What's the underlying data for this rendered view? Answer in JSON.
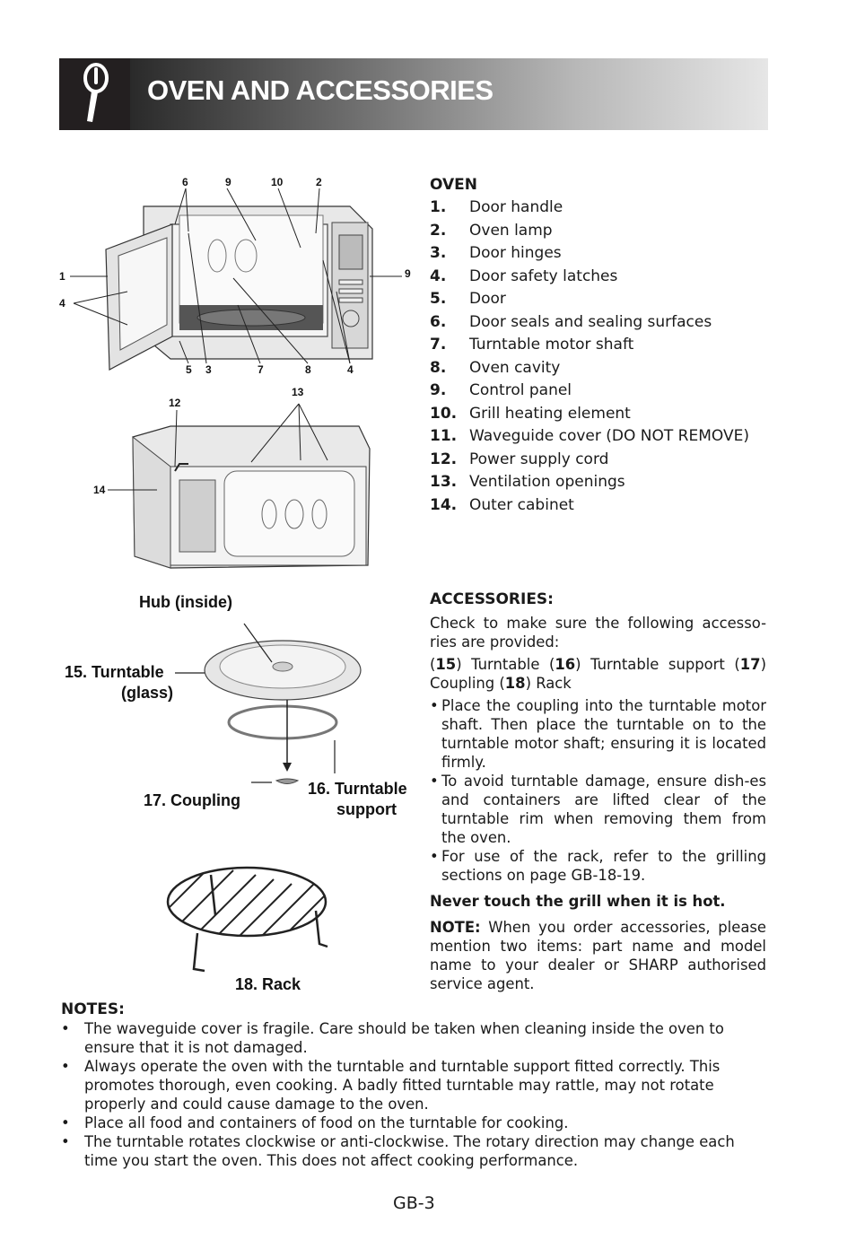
{
  "header": {
    "title": "OVEN AND ACCESSORIES",
    "icon": "hint-icon"
  },
  "oven": {
    "heading": "OVEN",
    "items": [
      {
        "num": "1.",
        "label": "Door handle"
      },
      {
        "num": "2.",
        "label": "Oven lamp"
      },
      {
        "num": "3.",
        "label": "Door hinges"
      },
      {
        "num": "4.",
        "label": "Door safety latches"
      },
      {
        "num": "5.",
        "label": "Door"
      },
      {
        "num": "6.",
        "label": "Door seals and sealing surfaces"
      },
      {
        "num": "7.",
        "label": "Turntable motor shaft"
      },
      {
        "num": "8.",
        "label": "Oven cavity"
      },
      {
        "num": "9.",
        "label": "Control panel"
      },
      {
        "num": "10.",
        "label": "Grill heating element"
      },
      {
        "num": "11.",
        "label": "Waveguide cover (DO NOT REMOVE)"
      },
      {
        "num": "12.",
        "label": "Power supply cord"
      },
      {
        "num": "13.",
        "label": "Ventilation openings"
      },
      {
        "num": "14.",
        "label": "Outer cabinet"
      }
    ]
  },
  "diagram_callouts": {
    "front": [
      "6",
      "9",
      "10",
      "2",
      "1",
      "4",
      "9",
      "5",
      "3",
      "7",
      "8",
      "4"
    ],
    "back": [
      "12",
      "13",
      "14"
    ]
  },
  "accessories": {
    "heading": "ACCESSORIES:",
    "intro": "Check to make sure the following accesso-ries are provided:",
    "parts_line": {
      "p1": "(",
      "n15": "15",
      "p2": ") Turntable (",
      "n16": "16",
      "p3": ") Turntable support (",
      "n17": "17",
      "p4": ") Coupling (",
      "n18": "18",
      "p5": ") Rack"
    },
    "bullets": [
      "Place the coupling into the turntable motor shaft. Then place the turntable on to the turntable motor shaft; ensuring it is located firmly.",
      "To avoid turntable damage, ensure dish-es and containers are lifted clear of the turntable rim when removing them from the oven.",
      "For use of the rack, refer to the grilling sections on page GB-18-19."
    ],
    "bullet_char": "•",
    "warning": "Never touch the grill when it is hot.",
    "note_label": "NOTE:",
    "note_text": " When you order accessories, please mention two items: part name and model name to your dealer or SHARP authorised service agent."
  },
  "accessory_labels": {
    "hub": "Hub (inside)",
    "turntable_1": "15. Turntable",
    "turntable_2": "(glass)",
    "support_1": "16. Turntable",
    "support_2": "support",
    "coupling": "17. Coupling",
    "rack": "18. Rack"
  },
  "notes": {
    "heading": "NOTES:",
    "bullet_char": "•",
    "items": [
      "The waveguide cover is fragile. Care should be taken when cleaning inside the oven to ensure that it is not damaged.",
      "Always operate the oven with the turntable and turntable support fitted correctly. This promotes thorough, even cooking. A badly fitted turntable may rattle, may not rotate properly and could cause damage to the oven.",
      "Place all food and containers of food on the turntable for cooking.",
      "The turntable rotates clockwise or anti-clockwise. The rotary direction may change each time you start the oven. This does not affect cooking performance."
    ]
  },
  "page_number": "GB-3"
}
